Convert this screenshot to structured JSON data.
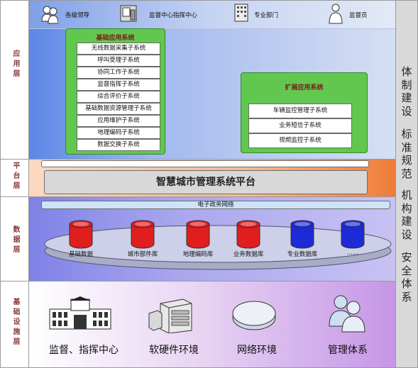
{
  "layers": {
    "application": "应用层",
    "platform": "平台层",
    "data": "数据层",
    "infrastructure": "基础设施层"
  },
  "users": {
    "leaders": "各级领导",
    "command_center": "监督中心指挥中心",
    "departments": "专业部门",
    "supervisors": "监督员"
  },
  "basic_system": {
    "title": "基础应用系统",
    "items": [
      "无线数据采集子系统",
      "呼叫受理子系统",
      "协同工作子系统",
      "监督指挥子系统",
      "综合评价子系统",
      "基础数据资源管理子系统",
      "应用维护子系统",
      "地理编码子系统",
      "数据交换子系统"
    ]
  },
  "extended_system": {
    "title": "扩展应用系统",
    "items": [
      "车辆监控管理子系统",
      "业务短信子系统",
      "视频监控子系统"
    ]
  },
  "platform": {
    "title": "智慧城市管理系统平台"
  },
  "network": {
    "label": "电子政务网络"
  },
  "databases": [
    "基础数据",
    "城市部件库",
    "地理编码库",
    "业务数据库",
    "专业数据库",
    "……"
  ],
  "infrastructure": [
    "监督、指挥中心",
    "软硬件环境",
    "网络环境",
    "管理体系"
  ],
  "side_systems": [
    "体制建设",
    "标准规范",
    "机构建设",
    "安全体系"
  ],
  "colors": {
    "db_red": "#e01e1e",
    "db_blue": "#1e2ad6",
    "accent_green": "#62c74f"
  }
}
